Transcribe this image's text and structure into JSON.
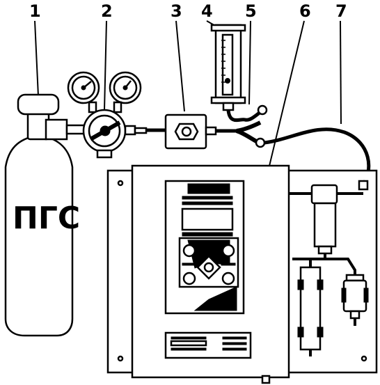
{
  "cylinder_label": "ПГС",
  "callouts": [
    "1",
    "2",
    "3",
    "4",
    "5",
    "6",
    "7"
  ],
  "colors": {
    "ink": "#000000",
    "paper": "#ffffff"
  }
}
